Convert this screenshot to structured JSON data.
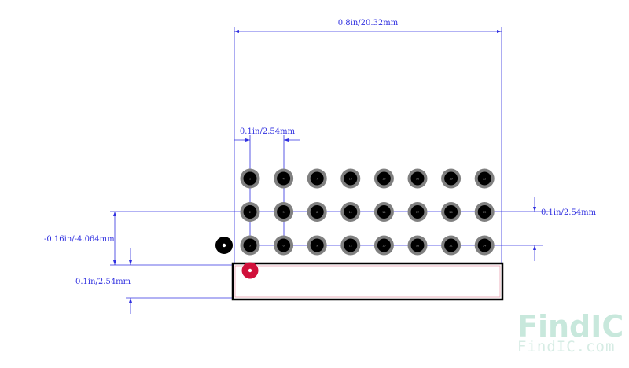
{
  "dimensions": {
    "overall_width": "0.8in/20.32mm",
    "pin_pitch_horizontal": "0.1in/2.54mm",
    "pin_pitch_vertical": "0.1in/2.54mm",
    "row_offset": "-0.16in/-4.064mm",
    "edge_offset": "0.1in/2.54mm"
  },
  "footprint": {
    "columns": 8,
    "rows": 3,
    "pin_labels": [
      [
        "1",
        "4",
        "7",
        "10",
        "13",
        "16",
        "19",
        "22"
      ],
      [
        "2",
        "5",
        "8",
        "11",
        "14",
        "17",
        "20",
        "23"
      ],
      [
        "3",
        "6",
        "9",
        "12",
        "15",
        "18",
        "21",
        "24"
      ]
    ]
  },
  "colors": {
    "dimension": "#3030e0",
    "pad_ring": "#808080",
    "pad_hole": "#000000",
    "pin1_marker": "#d0103a",
    "outline": "#000000"
  },
  "watermark": {
    "brand": "FindIC",
    "url": "FindIC.com"
  }
}
